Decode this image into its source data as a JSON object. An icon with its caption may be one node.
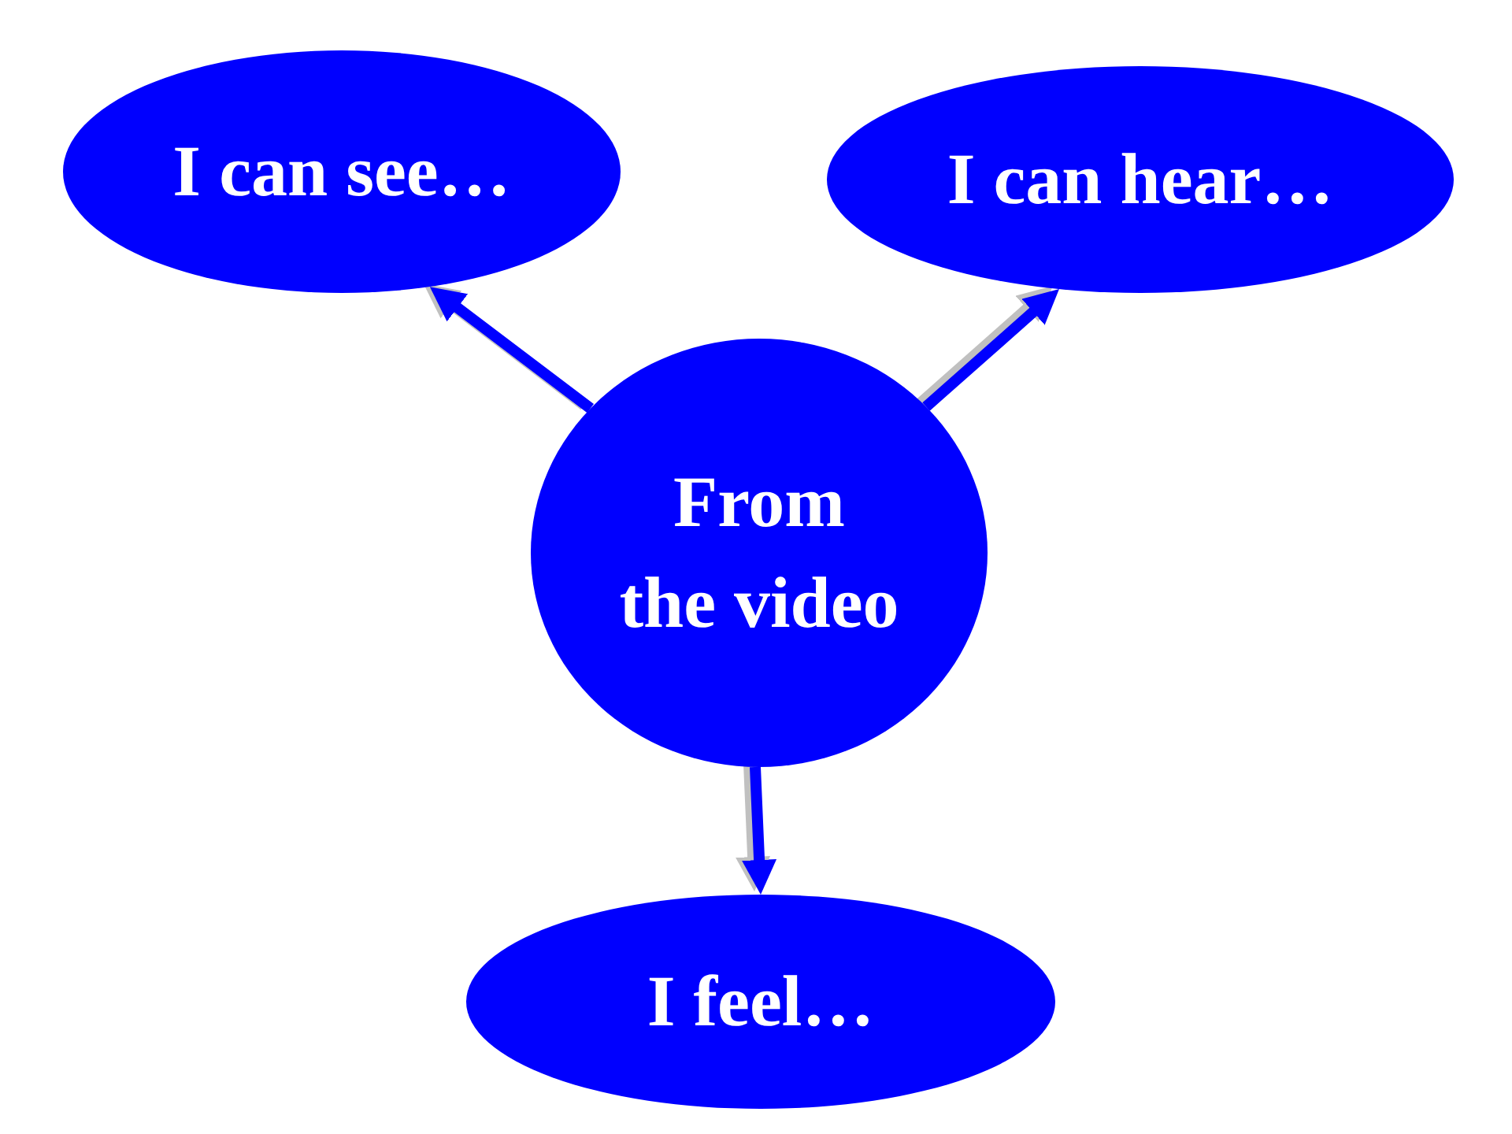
{
  "diagram": {
    "nodes": [
      {
        "text": [
          "I can see…"
        ]
      },
      {
        "text": [
          "I can hear…"
        ]
      },
      {
        "text": [
          "From the video"
        ]
      },
      {
        "text": [
          "I feel…"
        ]
      }
    ],
    "edges": [
      {
        "from": 2,
        "to": 0,
        "arrow": "to"
      },
      {
        "from": 2,
        "to": 1,
        "arrow": "to"
      },
      {
        "from": 2,
        "to": 3,
        "arrow": "to"
      }
    ]
  }
}
